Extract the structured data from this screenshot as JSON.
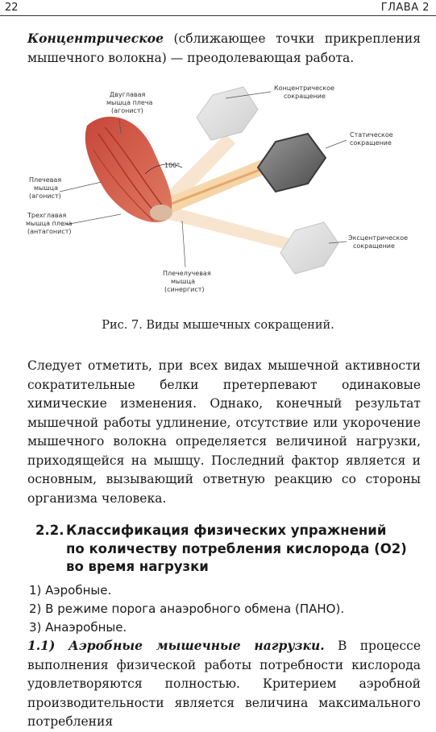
{
  "header": {
    "page_number": "22",
    "chapter": "ГЛАВА 2"
  },
  "intro": {
    "term": "Концентрическое",
    "text": " (сближающее точки прикрепления мышечного волокна) — преодолевающая работа."
  },
  "figure": {
    "labels": {
      "biceps_line1": "Двуглавая",
      "biceps_line2": "мышца плеча",
      "biceps_line3": "(агонист)",
      "brachialis_line1": "Плечевая",
      "brachialis_line2": "мышца",
      "brachialis_line3": "(агонист)",
      "triceps_line1": "Трехглавая",
      "triceps_line2": "мышца плеча",
      "triceps_line3": "(антагонист)",
      "brachioradialis_line1": "Плечелучевая",
      "brachioradialis_line2": "мышца",
      "brachioradialis_line3": "(синергист)",
      "concentric_line1": "Концентрическое",
      "concentric_line2": "сокращение",
      "static_line1": "Статическое",
      "static_line2": "сокращение",
      "eccentric_line1": "Эксцентрическое",
      "eccentric_line2": "сокращение",
      "angle": "100°"
    },
    "caption": "Рис. 7. Виды мышечных сокращений."
  },
  "main_paragraph": "Следует отметить, при всех видах мышечной активности сократительные белки претерпевают одинаковые химические изменения. Однако, конечный результат мышечной работы удлинение, отсутствие или укорочение мышечного волокна определяется величиной нагрузки, приходящейся на мышцу. Последний фактор является и основным, вызывающий ответную реакцию со стороны организма человека.",
  "section": {
    "number": "2.2.",
    "title_line1": "Классификация физических упражнений",
    "title_line2": "по количеству потребления кислорода (О2)",
    "title_line3": "во время нагрузки"
  },
  "list": [
    "1) Аэробные.",
    "2) В режиме порога анаэробного обмена (ПАНО).",
    "3) Анаэробные."
  ],
  "subsection": {
    "term": "1.1) Аэробные мышечные нагрузки.",
    "text": " В процессе выполнения физической работы потребности кислорода удовлетворяются полностью. Критерием аэробной производительности является величина максимального потребления"
  }
}
